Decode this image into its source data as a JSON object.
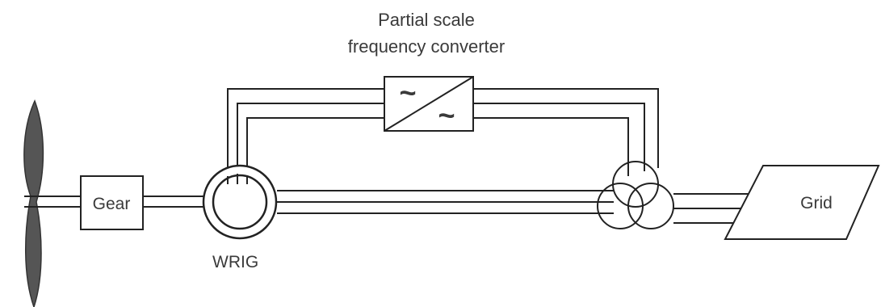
{
  "converter": {
    "title_line1": "Partial scale",
    "title_line2": "frequency converter",
    "symbol_ac": "~"
  },
  "gear": {
    "label": "Gear"
  },
  "generator": {
    "label": "WRIG"
  },
  "grid": {
    "label": "Grid"
  },
  "colors": {
    "line": "#222222",
    "blade": "#555555",
    "text": "#3a3a3a"
  },
  "icons": [
    "wind-turbine-blade-icon",
    "transformer-icon",
    "converter-icon"
  ]
}
